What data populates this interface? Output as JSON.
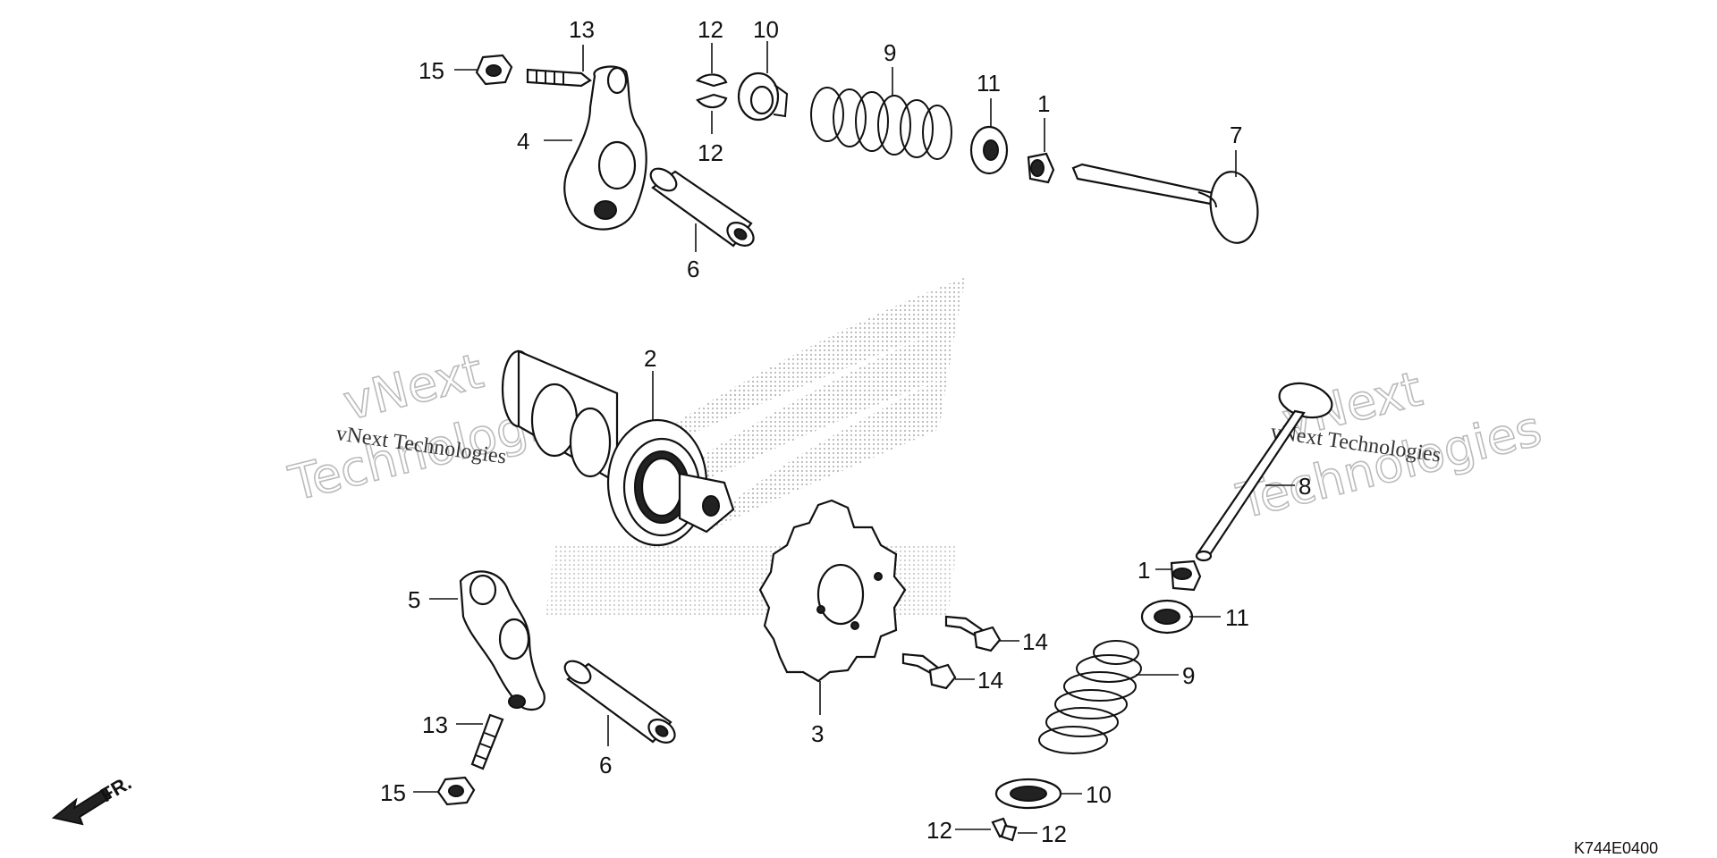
{
  "diagram_code": "K744E0400",
  "front_marker": "FR.",
  "watermark": {
    "small": "vNext Technologies",
    "big_line1": "vNext",
    "big_line2": "Technologies"
  },
  "callouts": {
    "p1_top": "1",
    "p1_bot": "1",
    "p2": "2",
    "p3": "3",
    "p4": "4",
    "p5": "5",
    "p6_top": "6",
    "p6_bot": "6",
    "p7": "7",
    "p8": "8",
    "p9_top": "9",
    "p9_bot": "9",
    "p10_top": "10",
    "p10_bot": "10",
    "p11_top": "11",
    "p11_bot": "11",
    "p12_top_a": "12",
    "p12_top_b": "12",
    "p12_bot_a": "12",
    "p12_bot_b": "12",
    "p13_top": "13",
    "p13_bot": "13",
    "p14_a": "14",
    "p14_b": "14",
    "p15_top": "15",
    "p15_bot": "15"
  },
  "icons": {
    "front_arrow": "front-arrow-icon",
    "logo": "honda-wing-logo-icon"
  }
}
